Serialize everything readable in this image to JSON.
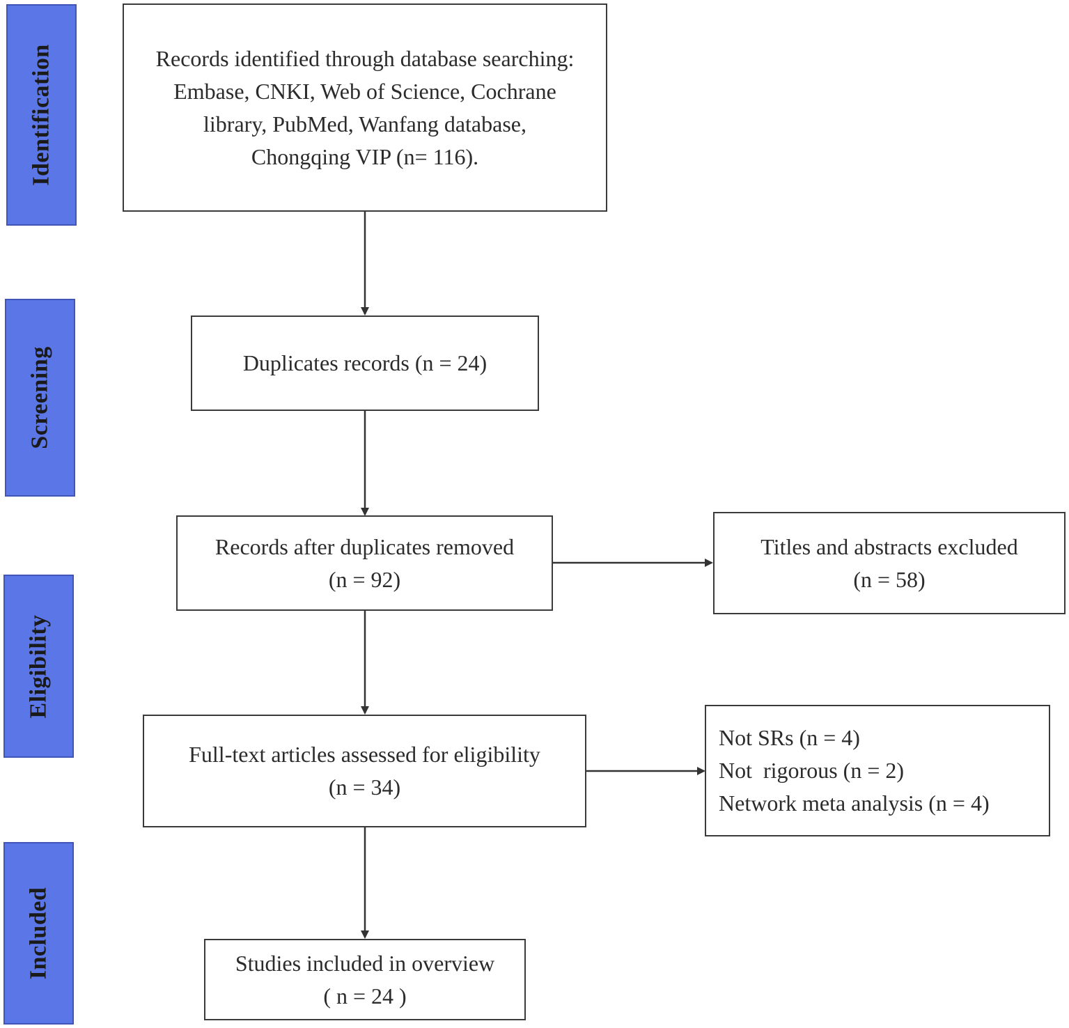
{
  "stages": {
    "identification": "Identification",
    "screening": "Screening",
    "eligibility": "Eligibility",
    "included": "Included"
  },
  "boxes": {
    "identified": {
      "lines": [
        "Records identified through database searching:",
        "Embase, CNKI, Web of Science, Cochrane",
        "library, PubMed, Wanfang database,",
        "Chongqing VIP (n= 116)."
      ]
    },
    "duplicates": {
      "lines": [
        "Duplicates records (n = 24)"
      ]
    },
    "after_duplicates": {
      "lines": [
        "Records after duplicates removed",
        "(n = 92)"
      ]
    },
    "titles_excluded": {
      "lines": [
        "Titles and abstracts excluded",
        "(n = 58)"
      ]
    },
    "full_text": {
      "lines": [
        "Full-text articles assessed for eligibility",
        "(n = 34)"
      ]
    },
    "full_text_excluded": {
      "lines": [
        "Not SRs (n = 4)",
        "Not  rigorous (n = 2)",
        "Network meta analysis (n = 4)"
      ]
    },
    "included_studies": {
      "lines": [
        "Studies included in overview",
        "( n = 24 )"
      ]
    }
  },
  "colors": {
    "stage_fill": "#5b76e6",
    "stage_border": "#3f55b8",
    "box_border": "#3a3a3a",
    "arrow": "#333333"
  }
}
